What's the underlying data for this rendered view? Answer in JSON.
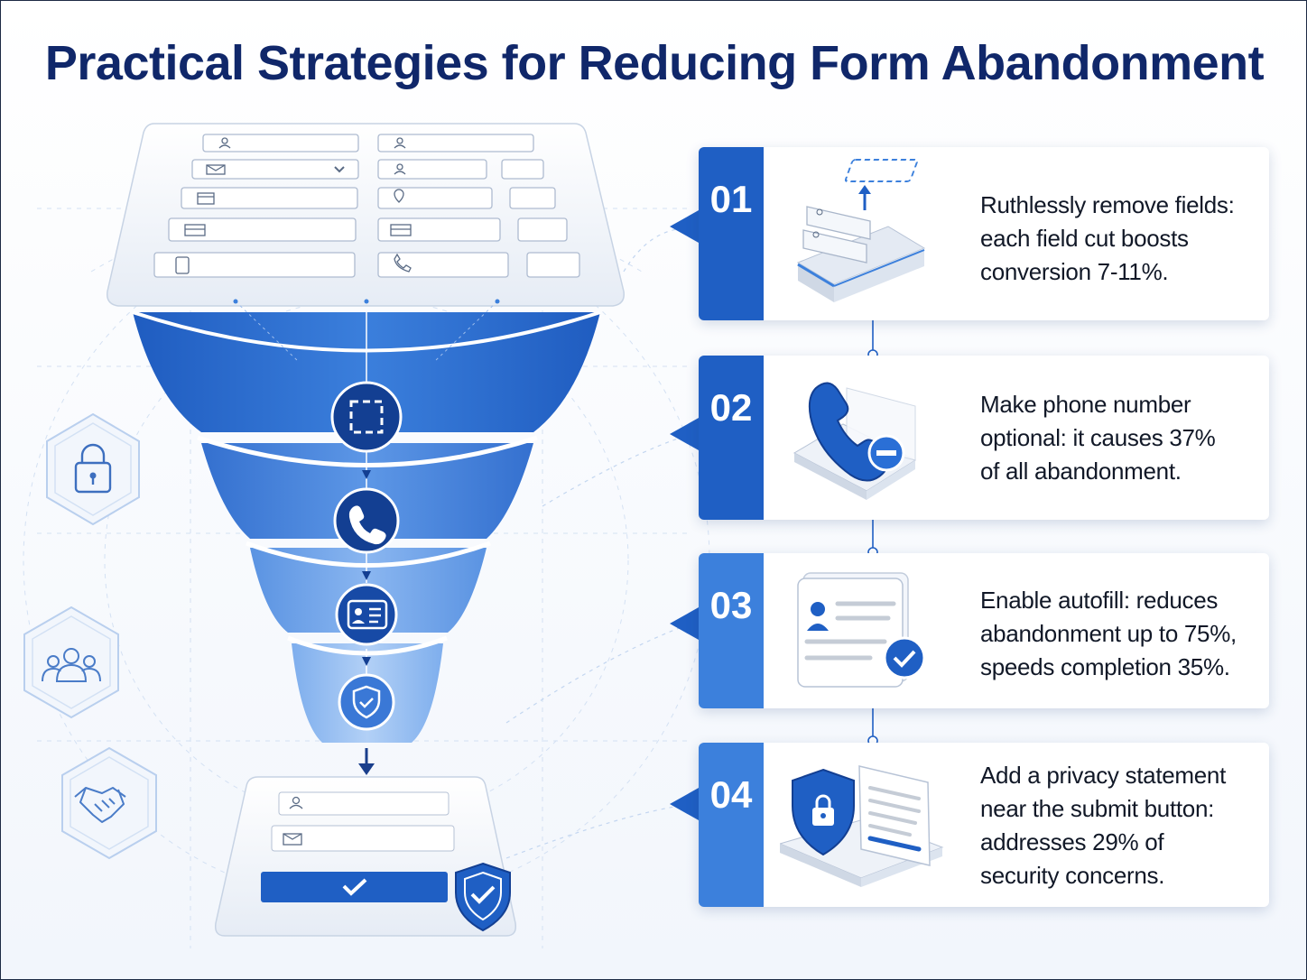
{
  "title": "Practical Strategies for Reducing Form Abandonment",
  "colors": {
    "primary": "#1f5fc4",
    "accent": "#3c80dc",
    "title": "#10276a",
    "text": "#111827"
  },
  "icons": {
    "funnel_stages": [
      "selection-icon",
      "phone-icon",
      "id-card-icon",
      "shield-check-icon"
    ],
    "side_hexagons": [
      "lock-icon",
      "users-icon",
      "handshake-icon"
    ]
  },
  "strategies": [
    {
      "number": "01",
      "icon": "stacked-fields-icon",
      "lines": [
        "Ruthlessly remove fields:",
        "each field cut boosts",
        "conversion 7-11%."
      ]
    },
    {
      "number": "02",
      "icon": "phone-minus-icon",
      "lines": [
        "Make phone number",
        "optional: it causes 37%",
        "of all abandonment."
      ]
    },
    {
      "number": "03",
      "icon": "autofill-profile-icon",
      "lines": [
        "Enable autofill: reduces",
        "abandonment up to 75%,",
        "speeds completion 35%."
      ]
    },
    {
      "number": "04",
      "icon": "privacy-shield-icon",
      "lines": [
        "Add a privacy statement",
        "near the submit button:",
        "addresses 29% of",
        "security concerns."
      ]
    }
  ]
}
